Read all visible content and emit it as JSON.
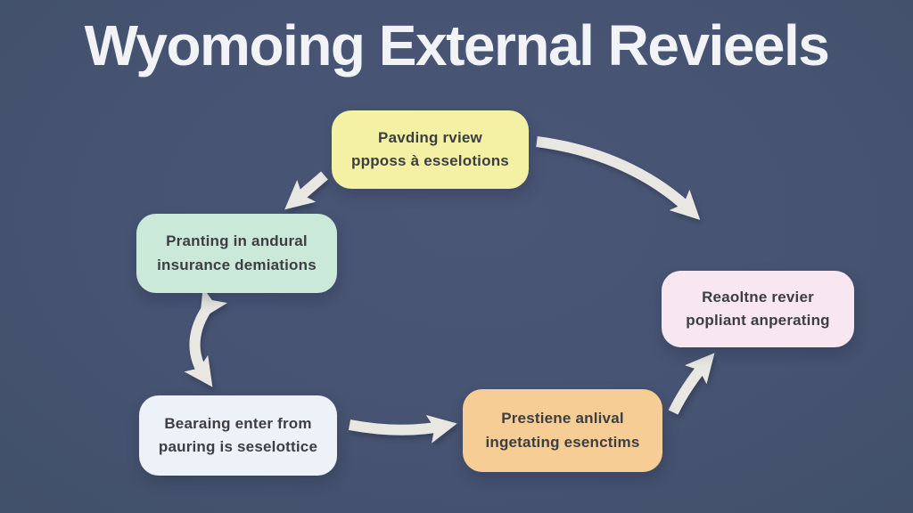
{
  "title": "Wyomoing External Revieels",
  "colors": {
    "background": "#465372",
    "arrow": "#e8e7e2",
    "title_text": "#f1f3f6",
    "node_text": "#3d3e42",
    "node_yellow": "#f4f0a4",
    "node_mint": "#cbe9d9",
    "node_pink": "#f8e7f1",
    "node_light": "#edf1f8",
    "node_orange": "#f5cd95"
  },
  "nodes": [
    {
      "id": "pavding-rview",
      "line1": "Pavding rview",
      "line2": "ppposs à esselotions",
      "fill": "#f4f0a4"
    },
    {
      "id": "pranting-insurance",
      "line1": "Pranting in andural",
      "line2": "insurance demiations",
      "fill": "#cbe9d9"
    },
    {
      "id": "reaoltne-revier",
      "line1": "Reaoltne revier",
      "line2": "popliant anperating",
      "fill": "#f8e7f1"
    },
    {
      "id": "bearaing-enter",
      "line1": "Bearaing enter from",
      "line2": "pauring is seselottice",
      "fill": "#edf1f8"
    },
    {
      "id": "prestiene-anlival",
      "line1": "Prestiene anlival",
      "line2": "ingetating esenctims",
      "fill": "#f5cd95"
    }
  ],
  "arrows": [
    {
      "id": "pavding-to-reaoltne",
      "from": "pavding-rview",
      "to": "reaoltne-revier",
      "bidirectional": false
    },
    {
      "id": "pavding-to-pranting",
      "from": "pavding-rview",
      "to": "pranting-insurance",
      "bidirectional": false
    },
    {
      "id": "pranting-bearaing-two-way",
      "from": "pranting-insurance",
      "to": "bearaing-enter",
      "bidirectional": true
    },
    {
      "id": "bearaing-to-prestiene",
      "from": "bearaing-enter",
      "to": "prestiene-anlival",
      "bidirectional": false
    },
    {
      "id": "prestiene-to-reaoltne",
      "from": "prestiene-anlival",
      "to": "reaoltne-revier",
      "bidirectional": false
    }
  ]
}
